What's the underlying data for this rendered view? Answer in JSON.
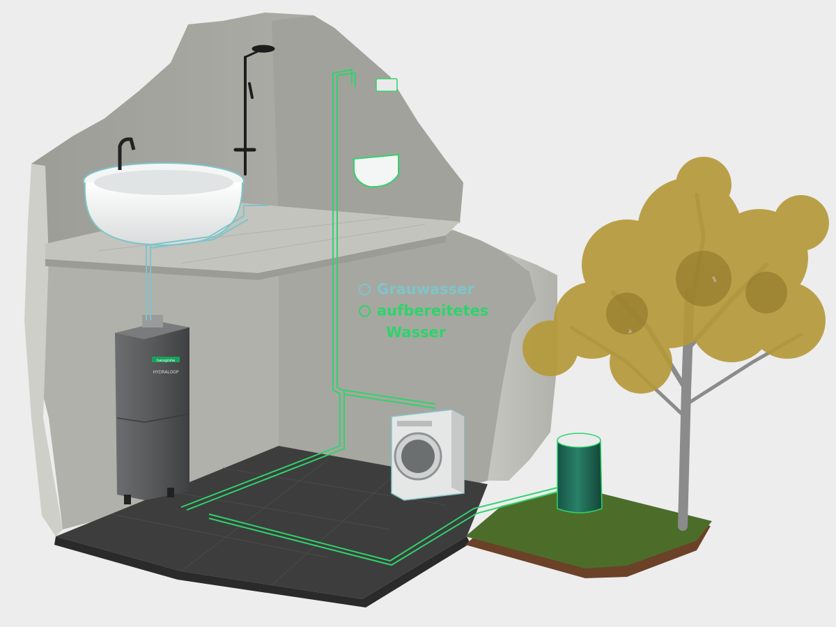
{
  "colors": {
    "greywater": "#7fc4c9",
    "treated_water": "#2fd36b",
    "wall": "#a8a8a2",
    "wall_dark": "#8f8f89",
    "floor": "#3b3b3b",
    "unit": "#5b5c5e",
    "grass": "#4b6a2b",
    "soil": "#6b4128",
    "barrel": "#1f6b56",
    "foliage": "#b59a3a"
  },
  "legend": {
    "greywater_label": "Grauwasser",
    "treated_label_line1": "aufbereitetes",
    "treated_label_line2": "Wasser"
  },
  "unit_label": {
    "brand": "hansgrohe",
    "product": "HYDRALOOP"
  }
}
